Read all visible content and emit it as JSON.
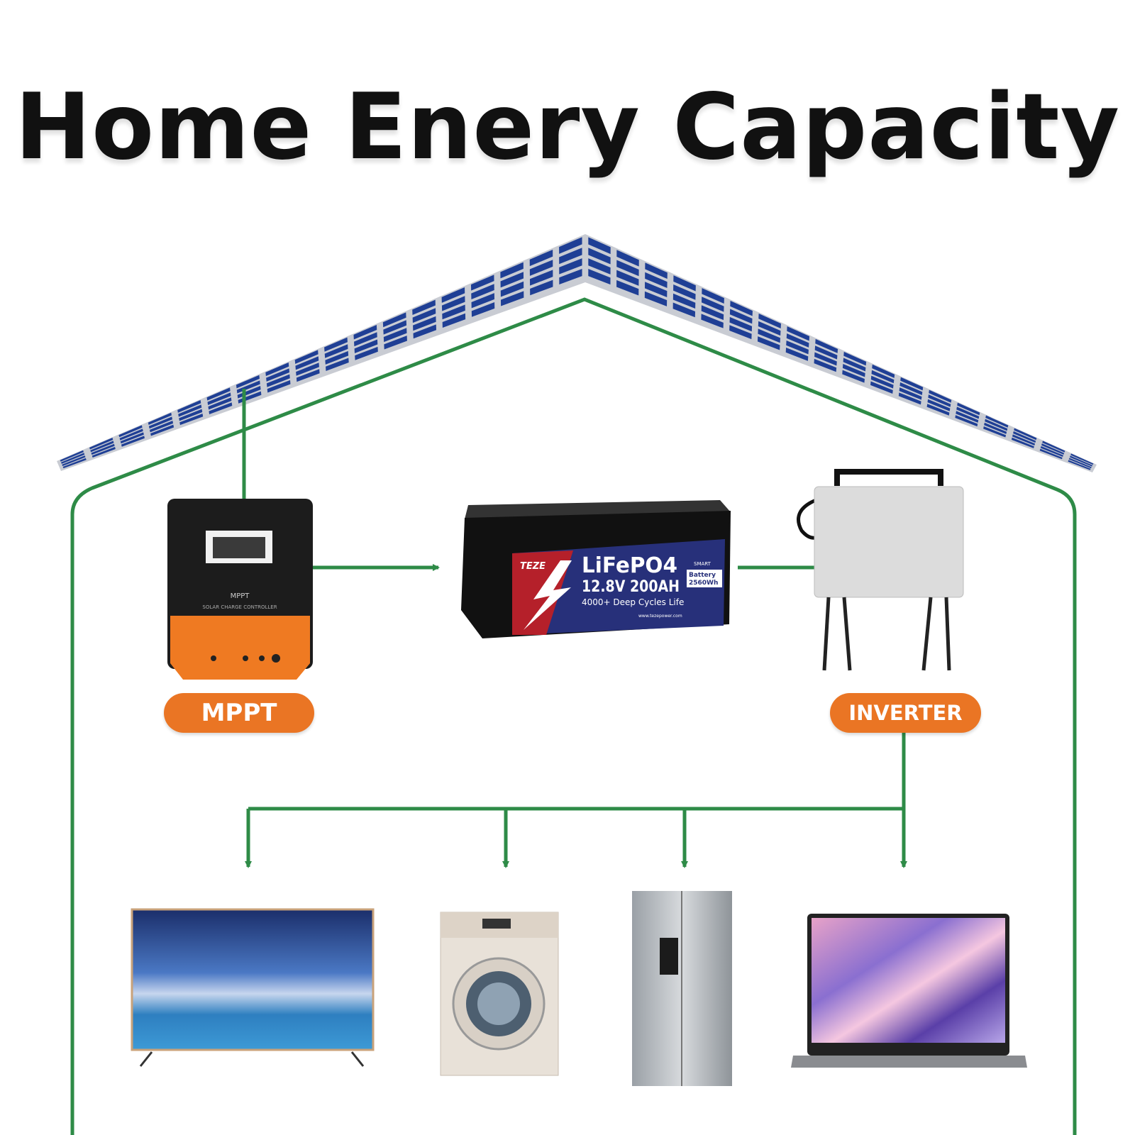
{
  "title": "Home Enery Capacity",
  "labels": {
    "mppt": "MPPT",
    "inverter": "INVERTER"
  },
  "mppt_device": {
    "screen_text": "MPPT",
    "subtitle": "SOLAR CHARGE CONTROLLER"
  },
  "battery": {
    "brand": "TEZE",
    "chemistry": "LiFePO4",
    "spec": "12.8V 200AH",
    "badge_smart": "SMART",
    "badge_line1": "Battery",
    "badge_line2": "2560Wh",
    "cycles": "4000+ Deep Cycles Life",
    "website": "www.tezepower.com"
  },
  "colors": {
    "flow_line": "#2e8b47",
    "label_pill": "#ea7524",
    "solar_cell": "#1f3f95",
    "battery_blue": "#27307a",
    "battery_red": "#b5202a"
  },
  "appliances": [
    "tv",
    "washing-machine",
    "refrigerator",
    "laptop"
  ]
}
